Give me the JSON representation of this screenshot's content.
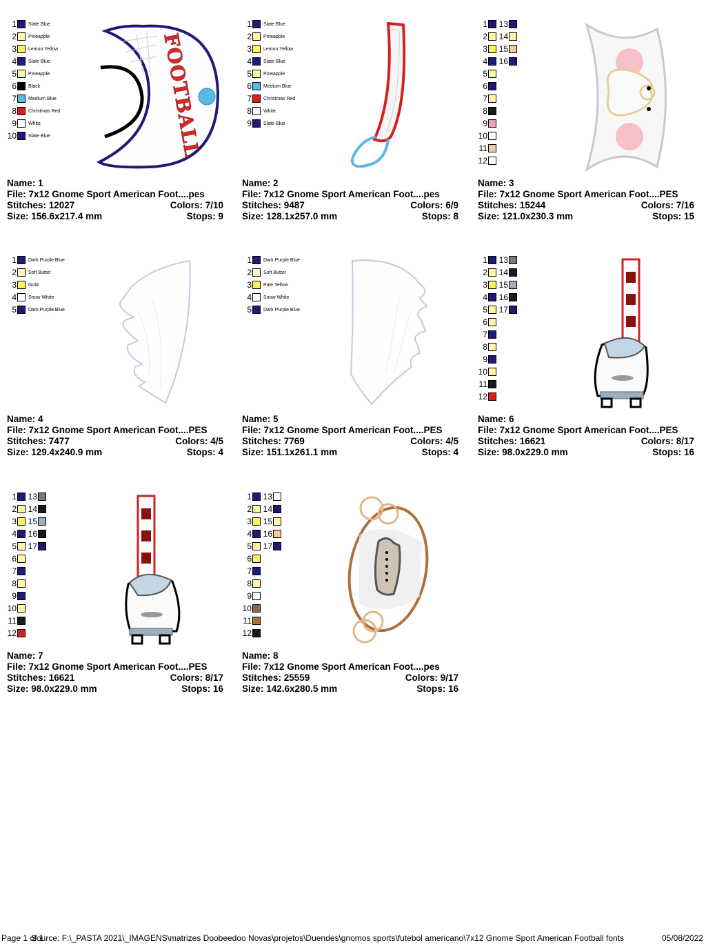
{
  "designs": [
    {
      "name": "Name: 1",
      "file": "File: 7x12 Gnome Sport American Foot....pes",
      "stitches": "Stitches: 12027",
      "colors": "Colors: 7/10",
      "size": "Size: 156.6x217.4 mm",
      "stops": "Stops: 9",
      "art_text": "FOOTBALL",
      "swatches": [
        {
          "n": "1",
          "color": "#1f1a7a",
          "label": "Slate Blue"
        },
        {
          "n": "2",
          "color": "#fff6a8",
          "label": "Pineapple"
        },
        {
          "n": "3",
          "color": "#fff15a",
          "label": "Lemon Yellow"
        },
        {
          "n": "4",
          "color": "#1f1a7a",
          "label": "Slate Blue"
        },
        {
          "n": "5",
          "color": "#fff6a8",
          "label": "Pineapple"
        },
        {
          "n": "6",
          "color": "#000000",
          "label": "Black"
        },
        {
          "n": "7",
          "color": "#5bb8e6",
          "label": "Medium Blue"
        },
        {
          "n": "8",
          "color": "#e01b1b",
          "label": "Christmas Red"
        },
        {
          "n": "9",
          "color": "#ffffff",
          "label": "White"
        },
        {
          "n": "10",
          "color": "#1f1a7a",
          "label": "Slate Blue"
        }
      ]
    },
    {
      "name": "Name: 2",
      "file": "File: 7x12 Gnome Sport American Foot....pes",
      "stitches": "Stitches: 9487",
      "colors": "Colors: 6/9",
      "size": "Size: 128.1x257.0 mm",
      "stops": "Stops: 8",
      "swatches": [
        {
          "n": "1",
          "color": "#1f1a7a",
          "label": "Slate Blue"
        },
        {
          "n": "2",
          "color": "#fff6a8",
          "label": "Pineapple"
        },
        {
          "n": "3",
          "color": "#fff15a",
          "label": "Lemon Yellow"
        },
        {
          "n": "4",
          "color": "#1f1a7a",
          "label": "Slate Blue"
        },
        {
          "n": "5",
          "color": "#fff6a8",
          "label": "Pineapple"
        },
        {
          "n": "6",
          "color": "#5bb8e6",
          "label": "Medium Blue"
        },
        {
          "n": "7",
          "color": "#e01b1b",
          "label": "Christmas Red"
        },
        {
          "n": "8",
          "color": "#ffffff",
          "label": "White"
        },
        {
          "n": "9",
          "color": "#1f1a7a",
          "label": "Slate Blue"
        }
      ]
    },
    {
      "name": "Name: 3",
      "file": "File: 7x12 Gnome Sport American Foot....PES",
      "stitches": "Stitches: 15244",
      "colors": "Colors: 7/16",
      "size": "Size: 121.0x230.3 mm",
      "stops": "Stops: 15",
      "swatches": [
        {
          "n": "1",
          "color": "#1f1a7a"
        },
        {
          "n": "2",
          "color": "#fff6a8"
        },
        {
          "n": "3",
          "color": "#fff15a"
        },
        {
          "n": "4",
          "color": "#1f1a7a"
        },
        {
          "n": "5",
          "color": "#fff6a8"
        },
        {
          "n": "6",
          "color": "#1f1a7a"
        },
        {
          "n": "7",
          "color": "#fff6a8"
        },
        {
          "n": "8",
          "color": "#1a1a1a"
        },
        {
          "n": "9",
          "color": "#f0a0b0"
        },
        {
          "n": "10",
          "color": "#ffffff"
        },
        {
          "n": "11",
          "color": "#f5c8a0"
        },
        {
          "n": "12",
          "color": "#ffffff"
        }
      ],
      "swatches2": [
        {
          "n": "13",
          "color": "#1f1a7a"
        },
        {
          "n": "14",
          "color": "#fff6a8"
        },
        {
          "n": "15",
          "color": "#f5c8a0"
        },
        {
          "n": "16",
          "color": "#1f1a7a"
        }
      ]
    },
    {
      "name": "Name: 4",
      "file": "File: 7x12 Gnome Sport American Foot....PES",
      "stitches": "Stitches: 7477",
      "colors": "Colors: 4/5",
      "size": "Size: 129.4x240.9 mm",
      "stops": "Stops: 4",
      "swatches": [
        {
          "n": "1",
          "color": "#1f1a7a",
          "label": "Dark Purple Blue"
        },
        {
          "n": "2",
          "color": "#fff6c8",
          "label": "Soft Butter"
        },
        {
          "n": "3",
          "color": "#fff15a",
          "label": "Gold"
        },
        {
          "n": "4",
          "color": "#ffffff",
          "label": "Snow White"
        },
        {
          "n": "5",
          "color": "#1f1a7a",
          "label": "Dark Purple Blue"
        }
      ]
    },
    {
      "name": "Name: 5",
      "file": "File: 7x12 Gnome Sport American Foot....PES",
      "stitches": "Stitches: 7769",
      "colors": "Colors: 4/5",
      "size": "Size: 151.1x261.1 mm",
      "stops": "Stops: 4",
      "swatches": [
        {
          "n": "1",
          "color": "#1f1a7a",
          "label": "Dark Purple Blue"
        },
        {
          "n": "2",
          "color": "#fff6c8",
          "label": "Soft Butter"
        },
        {
          "n": "3",
          "color": "#fff15a",
          "label": "Pale Yellow"
        },
        {
          "n": "4",
          "color": "#ffffff",
          "label": "Snow White"
        },
        {
          "n": "5",
          "color": "#1f1a7a",
          "label": "Dark Purple Blue"
        }
      ]
    },
    {
      "name": "Name: 6",
      "file": "File: 7x12 Gnome Sport American Foot....PES",
      "stitches": "Stitches: 16621",
      "colors": "Colors: 8/17",
      "size": "Size: 98.0x229.0 mm",
      "stops": "Stops: 16",
      "swatches": [
        {
          "n": "1",
          "color": "#1f1a7a"
        },
        {
          "n": "2",
          "color": "#fff6a8"
        },
        {
          "n": "3",
          "color": "#fff15a"
        },
        {
          "n": "4",
          "color": "#1f1a7a"
        },
        {
          "n": "5",
          "color": "#fff6a8"
        },
        {
          "n": "6",
          "color": "#fff6a8"
        },
        {
          "n": "7",
          "color": "#1f1a7a"
        },
        {
          "n": "8",
          "color": "#fff6a8"
        },
        {
          "n": "9",
          "color": "#1f1a7a"
        },
        {
          "n": "10",
          "color": "#fff6a8"
        },
        {
          "n": "11",
          "color": "#1a1a1a"
        },
        {
          "n": "12",
          "color": "#e01b1b"
        }
      ],
      "swatches2": [
        {
          "n": "13",
          "color": "#7a7a7a"
        },
        {
          "n": "14",
          "color": "#1a1a1a"
        },
        {
          "n": "15",
          "color": "#9ab0c0"
        },
        {
          "n": "16",
          "color": "#1a1a1a"
        },
        {
          "n": "17",
          "color": "#1f1a7a"
        }
      ]
    },
    {
      "name": "Name: 7",
      "file": "File: 7x12 Gnome Sport American Foot....PES",
      "stitches": "Stitches: 16621",
      "colors": "Colors: 8/17",
      "size": "Size: 98.0x229.0 mm",
      "stops": "Stops: 16",
      "swatches": [
        {
          "n": "1",
          "color": "#1f1a7a"
        },
        {
          "n": "2",
          "color": "#fff6a8"
        },
        {
          "n": "3",
          "color": "#fff15a"
        },
        {
          "n": "4",
          "color": "#1f1a7a"
        },
        {
          "n": "5",
          "color": "#fff6a8"
        },
        {
          "n": "6",
          "color": "#fff6a8"
        },
        {
          "n": "7",
          "color": "#1f1a7a"
        },
        {
          "n": "8",
          "color": "#fff6a8"
        },
        {
          "n": "9",
          "color": "#1f1a7a"
        },
        {
          "n": "10",
          "color": "#fff6a8"
        },
        {
          "n": "11",
          "color": "#1a1a1a"
        },
        {
          "n": "12",
          "color": "#e01b1b"
        }
      ],
      "swatches2": [
        {
          "n": "13",
          "color": "#7a7a7a"
        },
        {
          "n": "14",
          "color": "#1a1a1a"
        },
        {
          "n": "15",
          "color": "#9ab0c0"
        },
        {
          "n": "16",
          "color": "#1a1a1a"
        },
        {
          "n": "17",
          "color": "#1f1a7a"
        }
      ]
    },
    {
      "name": "Name: 8",
      "file": "File: 7x12 Gnome Sport American Foot....pes",
      "stitches": "Stitches: 25559",
      "colors": "Colors: 9/17",
      "size": "Size: 142.6x280.5 mm",
      "stops": "Stops: 16",
      "swatches": [
        {
          "n": "1",
          "color": "#1f1a7a"
        },
        {
          "n": "2",
          "color": "#fff6a8"
        },
        {
          "n": "3",
          "color": "#fff15a"
        },
        {
          "n": "4",
          "color": "#1f1a7a"
        },
        {
          "n": "5",
          "color": "#fff6a8"
        },
        {
          "n": "6",
          "color": "#fff15a"
        },
        {
          "n": "7",
          "color": "#1f1a7a"
        },
        {
          "n": "8",
          "color": "#fff6a8"
        },
        {
          "n": "9",
          "color": "#ffffff"
        },
        {
          "n": "10",
          "color": "#8a6a4a"
        },
        {
          "n": "11",
          "color": "#b0703a"
        },
        {
          "n": "12",
          "color": "#1a1a1a"
        }
      ],
      "swatches2": [
        {
          "n": "13",
          "color": "#ffffff"
        },
        {
          "n": "14",
          "color": "#1f1a7a"
        },
        {
          "n": "15",
          "color": "#fff6a8"
        },
        {
          "n": "16",
          "color": "#f5c8a0"
        },
        {
          "n": "17",
          "color": "#1f1a7a"
        }
      ]
    }
  ],
  "footer": {
    "page": "Page 1 of 1",
    "source": "Source: F:\\_PASTA 2021\\_IMAGENS\\matrizes Doobeedoo Novas\\projetos\\Duendes\\gnomos sports\\futebol americano\\7x12 Gnome Sport American Football fonts",
    "date": "05/08/2022"
  }
}
